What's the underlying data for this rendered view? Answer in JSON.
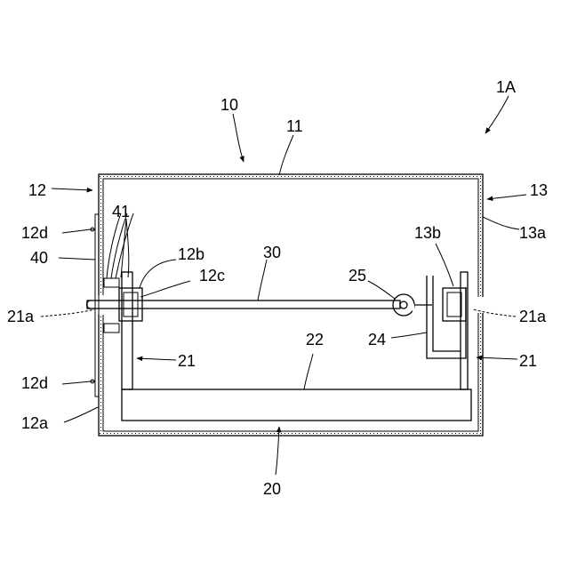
{
  "figure": {
    "labels": {
      "device": "1A",
      "housing": "10",
      "top_wall": "11",
      "left_wall": "12",
      "right_wall": "13",
      "left_outer_surface": "12a",
      "left_member_b": "12b",
      "left_member_c": "12c",
      "left_fastener_top": "12d",
      "left_fastener_bottom": "12d",
      "right_outer_surface": "13a",
      "right_member_b": "13b",
      "plate": "40",
      "wires": "41",
      "shaft": "30",
      "hook": "25",
      "bracket": "24",
      "frame": "22",
      "tray": "20",
      "left_support": "21",
      "right_support": "21",
      "left_pin": "21a",
      "right_pin": "21a"
    }
  }
}
